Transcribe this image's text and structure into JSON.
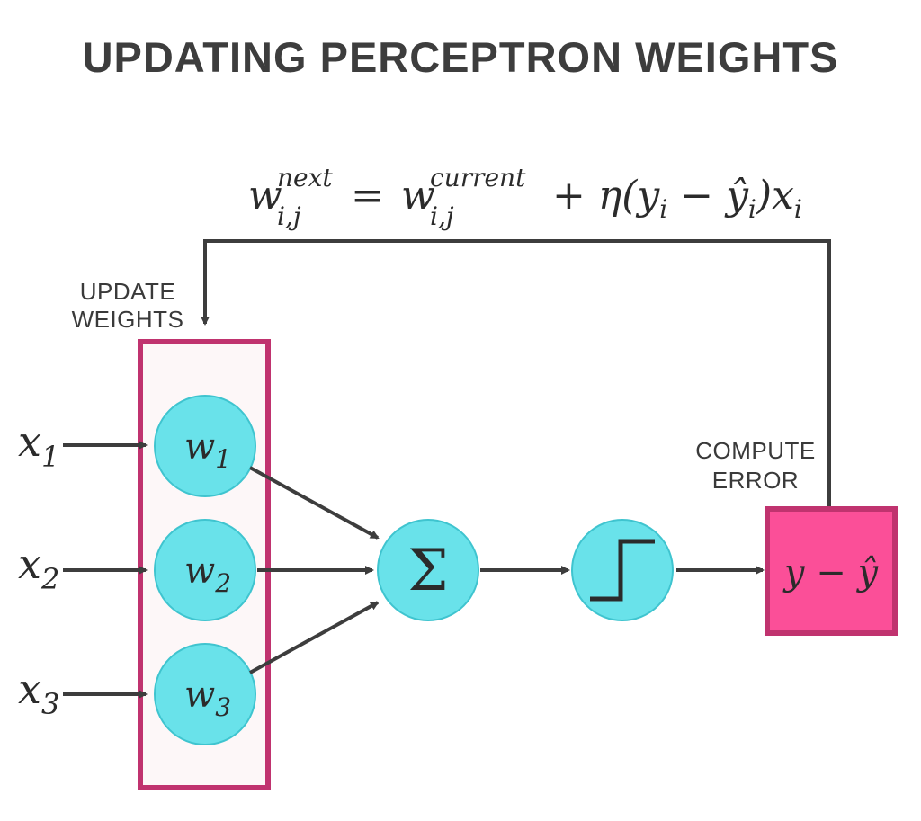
{
  "title": "UPDATING PERCEPTRON WEIGHTS",
  "formula": {
    "lhs_var": "w",
    "lhs_sup": "next",
    "lhs_sub": "i,j",
    "equals": "=",
    "rhs_var": "w",
    "rhs_sup": "current",
    "rhs_sub": "i,j",
    "tail_a": "+ η(",
    "y1": "y",
    "y1_sub": "i",
    "minus": " − ",
    "yhat": "ŷ",
    "yhat_sub": "i",
    "tail_b": ")",
    "x": "x",
    "x_sub": "i"
  },
  "labels": {
    "update_weights_line1": "UPDATE",
    "update_weights_line2": "WEIGHTS",
    "compute_error_line1": "COMPUTE",
    "compute_error_line2": "ERROR"
  },
  "inputs": [
    {
      "var": "x",
      "sub": "1"
    },
    {
      "var": "x",
      "sub": "2"
    },
    {
      "var": "x",
      "sub": "3"
    }
  ],
  "weights": [
    {
      "var": "w",
      "sub": "1"
    },
    {
      "var": "w",
      "sub": "2"
    },
    {
      "var": "w",
      "sub": "3"
    }
  ],
  "sum_symbol": "Σ",
  "error_box": {
    "y": "y",
    "minus": " − ",
    "yhat": "ŷ"
  },
  "colors": {
    "node": "#69e2ea",
    "weights_box_border": "#c0336f",
    "weights_box_fill": "#fdf7f8",
    "error_box_fill": "#fb4f98",
    "error_box_border": "#c0336f",
    "arrows": "#3d3d3d"
  }
}
